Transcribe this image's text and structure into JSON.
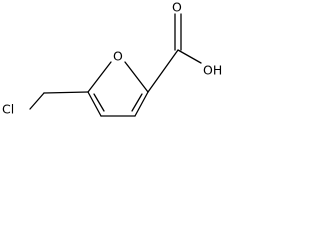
{
  "molecule": {
    "atoms": {
      "chlorine": "Cl",
      "ring_oxygen": "O",
      "carbonyl_oxygen": "O",
      "hydroxyl": "OH"
    }
  },
  "colors": {
    "bond": "#000000",
    "text": "#000000",
    "background": "#ffffff"
  }
}
